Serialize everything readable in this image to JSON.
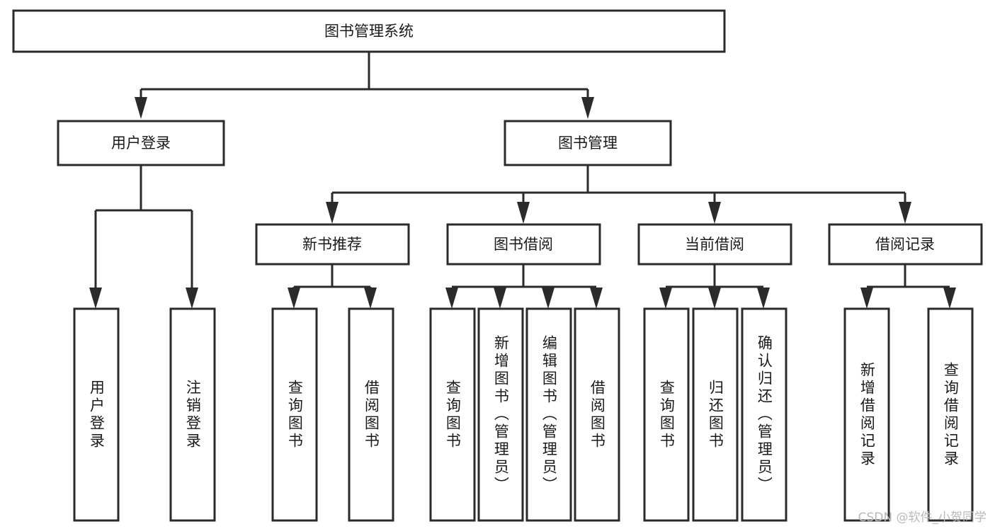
{
  "diagram": {
    "type": "tree",
    "title": "图书管理系统",
    "watermark": "CSDN @软件_小贺同学",
    "colors": {
      "background": "#ffffff",
      "box_fill": "#ffffff",
      "box_stroke": "#2b2b2b",
      "text": "#1a1a1a",
      "watermark": "#b9b9b9"
    },
    "root": {
      "label": "图书管理系统"
    },
    "level2": [
      {
        "label": "用户登录"
      },
      {
        "label": "图书管理"
      }
    ],
    "level3": [
      {
        "label": "新书推荐"
      },
      {
        "label": "图书借阅"
      },
      {
        "label": "当前借阅"
      },
      {
        "label": "借阅记录"
      }
    ],
    "leaves": {
      "user_login": [
        {
          "label": "用户登录"
        },
        {
          "label": "注销登录"
        }
      ],
      "new_book_recommend": [
        {
          "label": "查询图书"
        },
        {
          "label": "借阅图书"
        }
      ],
      "book_borrow": [
        {
          "label": "查询图书"
        },
        {
          "label": "新增图书（管理员）"
        },
        {
          "label": "编辑图书（管理员）"
        },
        {
          "label": "借阅图书"
        }
      ],
      "current_borrow": [
        {
          "label": "查询图书"
        },
        {
          "label": "归还图书"
        },
        {
          "label": "确认归还（管理员）"
        }
      ],
      "borrow_records": [
        {
          "label": "新增借阅记录"
        },
        {
          "label": "查询借阅记录"
        }
      ]
    }
  }
}
